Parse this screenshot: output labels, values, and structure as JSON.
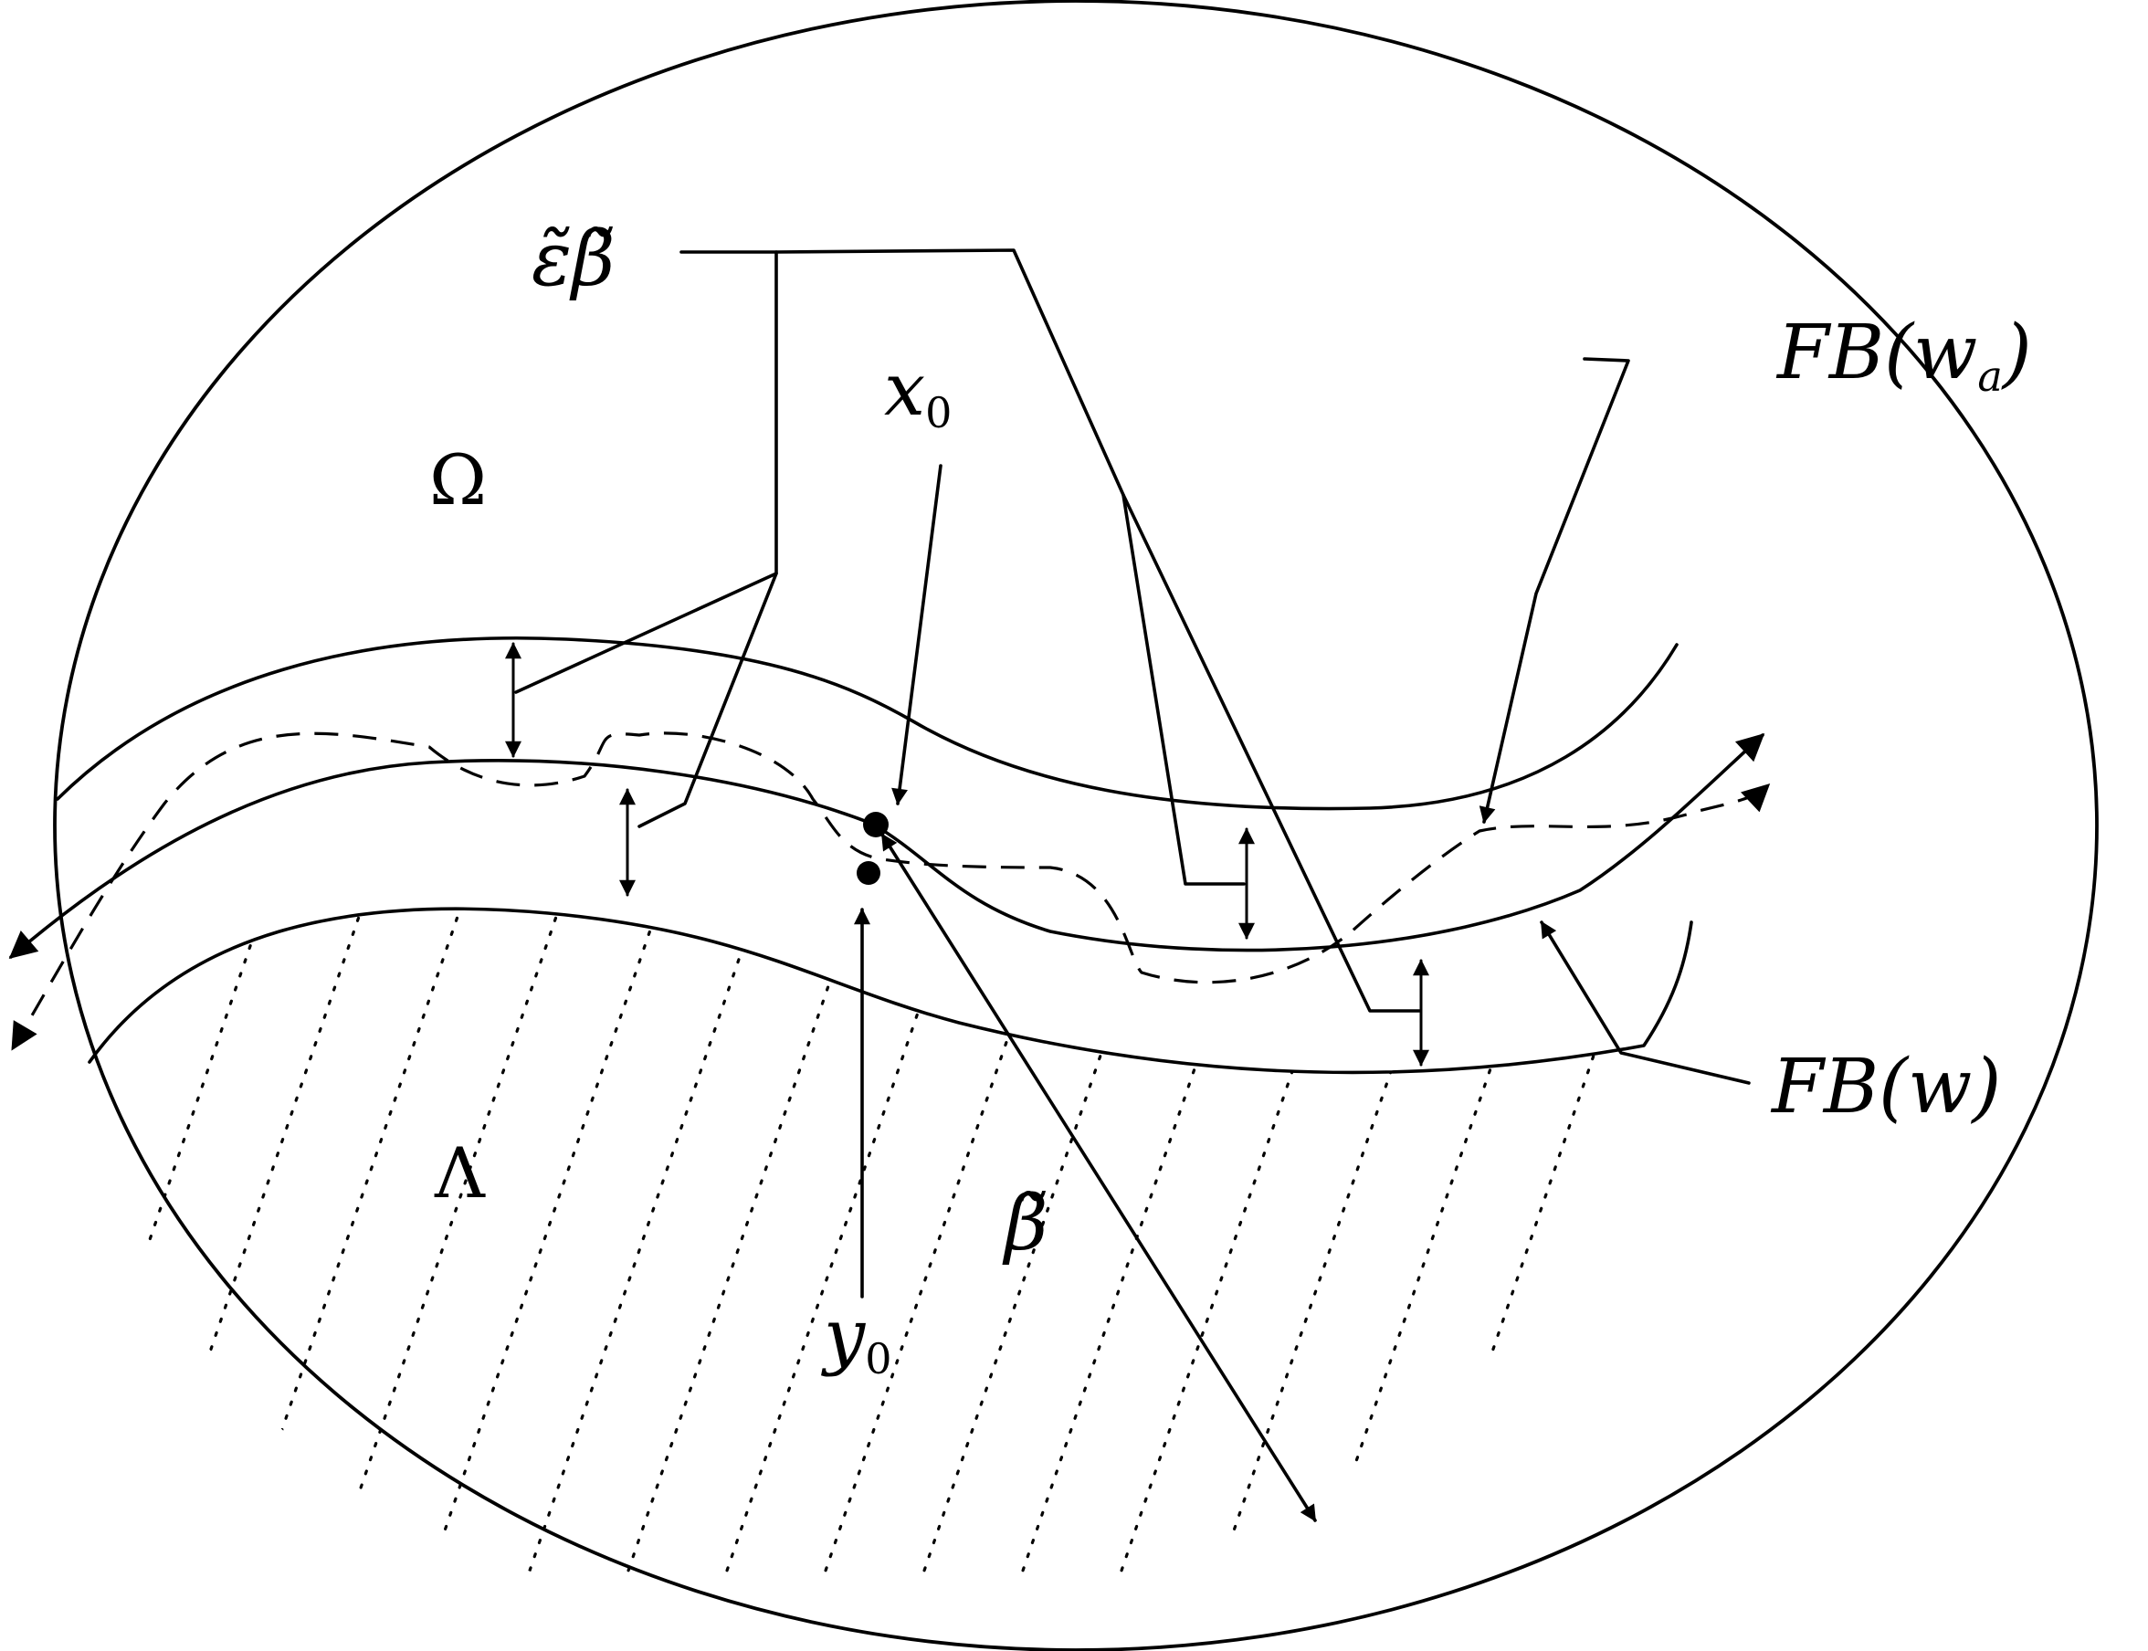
{
  "labels": {
    "omega": "Ω",
    "lambda": "Λ",
    "eps_beta": "ε̃β̃",
    "x0": {
      "base": "x",
      "sub": "0"
    },
    "y0": {
      "base": "y",
      "sub": "0"
    },
    "beta_tilde": "β̃",
    "fb_wa": {
      "prefix": "FB(",
      "arg": "w",
      "sub": "a",
      "suffix": ")"
    },
    "fb_w": "FB(w)"
  }
}
